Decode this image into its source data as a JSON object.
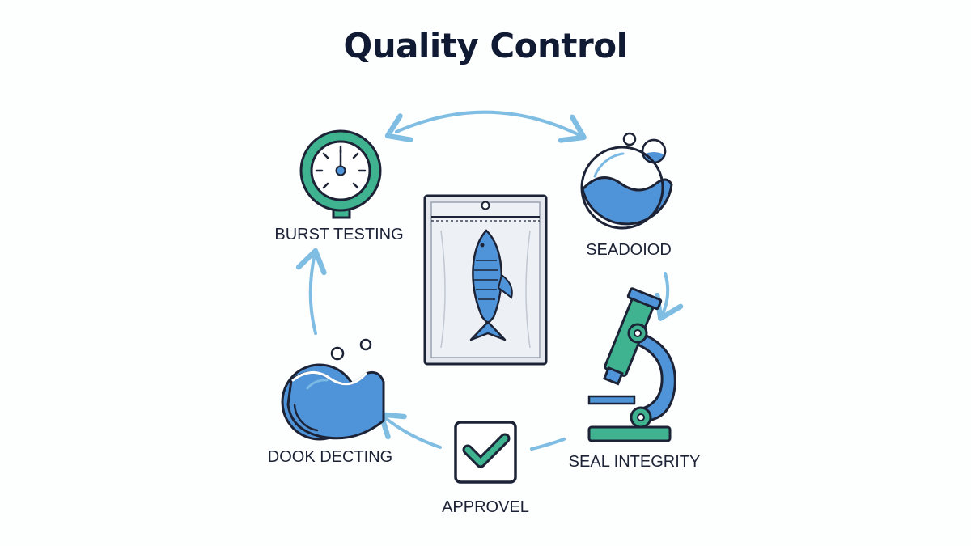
{
  "title": "Quality Control",
  "steps": {
    "burst_testing": "BURST TESTING",
    "seadoiod": "SEADOIOD",
    "seal_integrity": "SEAL INTEGRITY",
    "approvel": "APPROVEL",
    "dook_decting": "DOOK DECTING"
  },
  "colors": {
    "outline": "#1d2336",
    "teal": "#3fb38f",
    "blue": "#4f94d8",
    "light_blue": "#79b9e3",
    "arrow": "#7fbde3",
    "pouch_fill": "#e4e8ee"
  },
  "icons": {
    "burst_testing": "pressure-gauge-icon",
    "seadoiod": "water-bowl-icon",
    "seal_integrity": "microscope-icon",
    "approvel": "checkmark-box-icon",
    "dook_decting": "water-bubbles-icon",
    "center": "fish-pouch-icon"
  }
}
